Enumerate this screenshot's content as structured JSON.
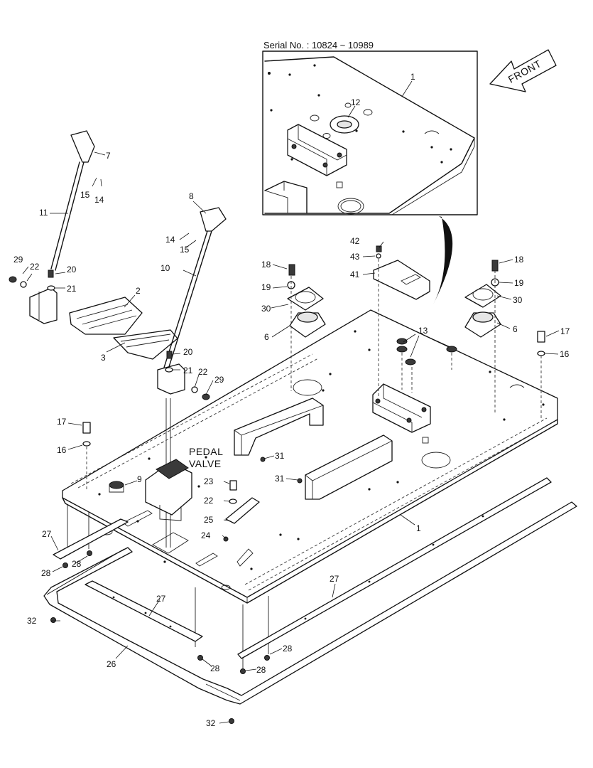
{
  "serial_label": "Serial No. : 10824 ~ 10989",
  "front_label": "FRONT",
  "pedal_valve_label": [
    "PEDAL",
    "VALVE"
  ],
  "callouts": {
    "c1a": "1",
    "c1b": "1",
    "c2": "2",
    "c3": "3",
    "c6a": "6",
    "c6b": "6",
    "c7": "7",
    "c8": "8",
    "c9": "9",
    "c10": "10",
    "c11": "11",
    "c12": "12",
    "c13": "13",
    "c14a": "14",
    "c14b": "14",
    "c15a": "15",
    "c15b": "15",
    "c16a": "16",
    "c16b": "16",
    "c17a": "17",
    "c17b": "17",
    "c18a": "18",
    "c18b": "18",
    "c19a": "19",
    "c19b": "19",
    "c20a": "20",
    "c20b": "20",
    "c21a": "21",
    "c21b": "21",
    "c22a": "22",
    "c22b": "22",
    "c22c": "22",
    "c23": "23",
    "c24": "24",
    "c25": "25",
    "c26": "26",
    "c27a": "27",
    "c27b": "27",
    "c27c": "27",
    "c28a": "28",
    "c28b": "28",
    "c28c": "28",
    "c28d": "28",
    "c28e": "28",
    "c29a": "29",
    "c29b": "29",
    "c30a": "30",
    "c30b": "30",
    "c31a": "31",
    "c31b": "31",
    "c32a": "32",
    "c32b": "32",
    "c41": "41",
    "c42": "42",
    "c43": "43"
  }
}
